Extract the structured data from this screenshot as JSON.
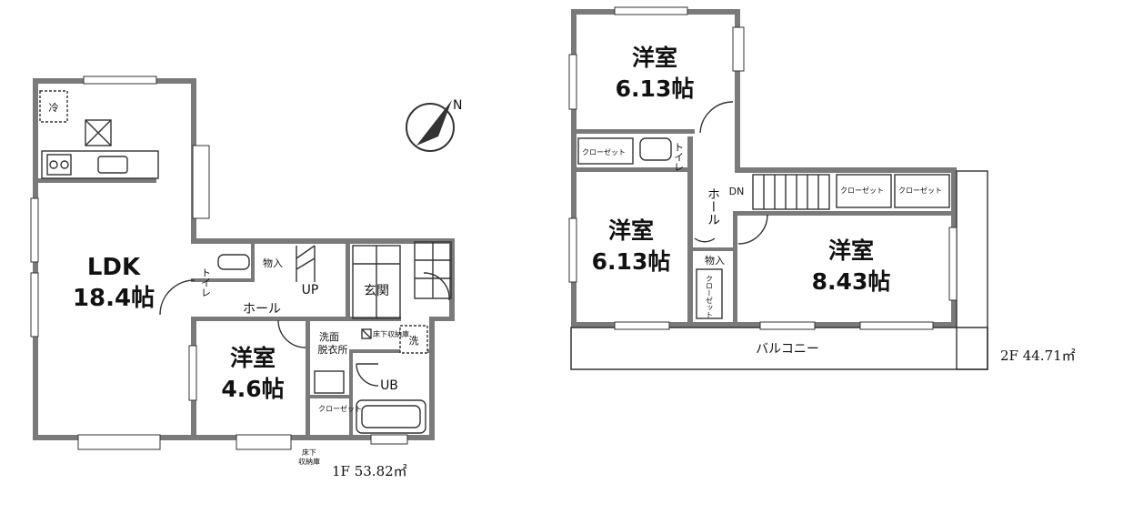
{
  "floor1": {
    "area_label": "1F 53.82㎡",
    "rooms": {
      "ldk_name": "LDK",
      "ldk_size": "18.4帖",
      "western_name": "洋室",
      "western_size": "4.6帖"
    },
    "labels": {
      "toilet": "トイレ",
      "storage": "物入",
      "up": "UP",
      "entrance": "玄関",
      "hall": "ホール",
      "washroom_line1": "洗面",
      "washroom_line2": "脱衣所",
      "underfloor_storage": "床下収納庫",
      "washer": "洗",
      "bath": "UB",
      "closet": "クローゼット",
      "fridge": "冷",
      "underfloor_storage_bottom_line1": "床下",
      "underfloor_storage_bottom_line2": "収納庫"
    }
  },
  "floor2": {
    "area_label": "2F 44.71㎡",
    "rooms": {
      "room_a_name": "洋室",
      "room_a_size": "6.13帖",
      "room_b_name": "洋室",
      "room_b_size": "6.13帖",
      "room_c_name": "洋室",
      "room_c_size": "8.43帖"
    },
    "labels": {
      "closet": "クローゼット",
      "toilet": "トイレ",
      "dn": "DN",
      "hall": "ホール",
      "storage": "物入",
      "closet_vertical": "クローゼット",
      "balcony": "バルコニー"
    }
  },
  "compass": {
    "north_label": "N"
  }
}
